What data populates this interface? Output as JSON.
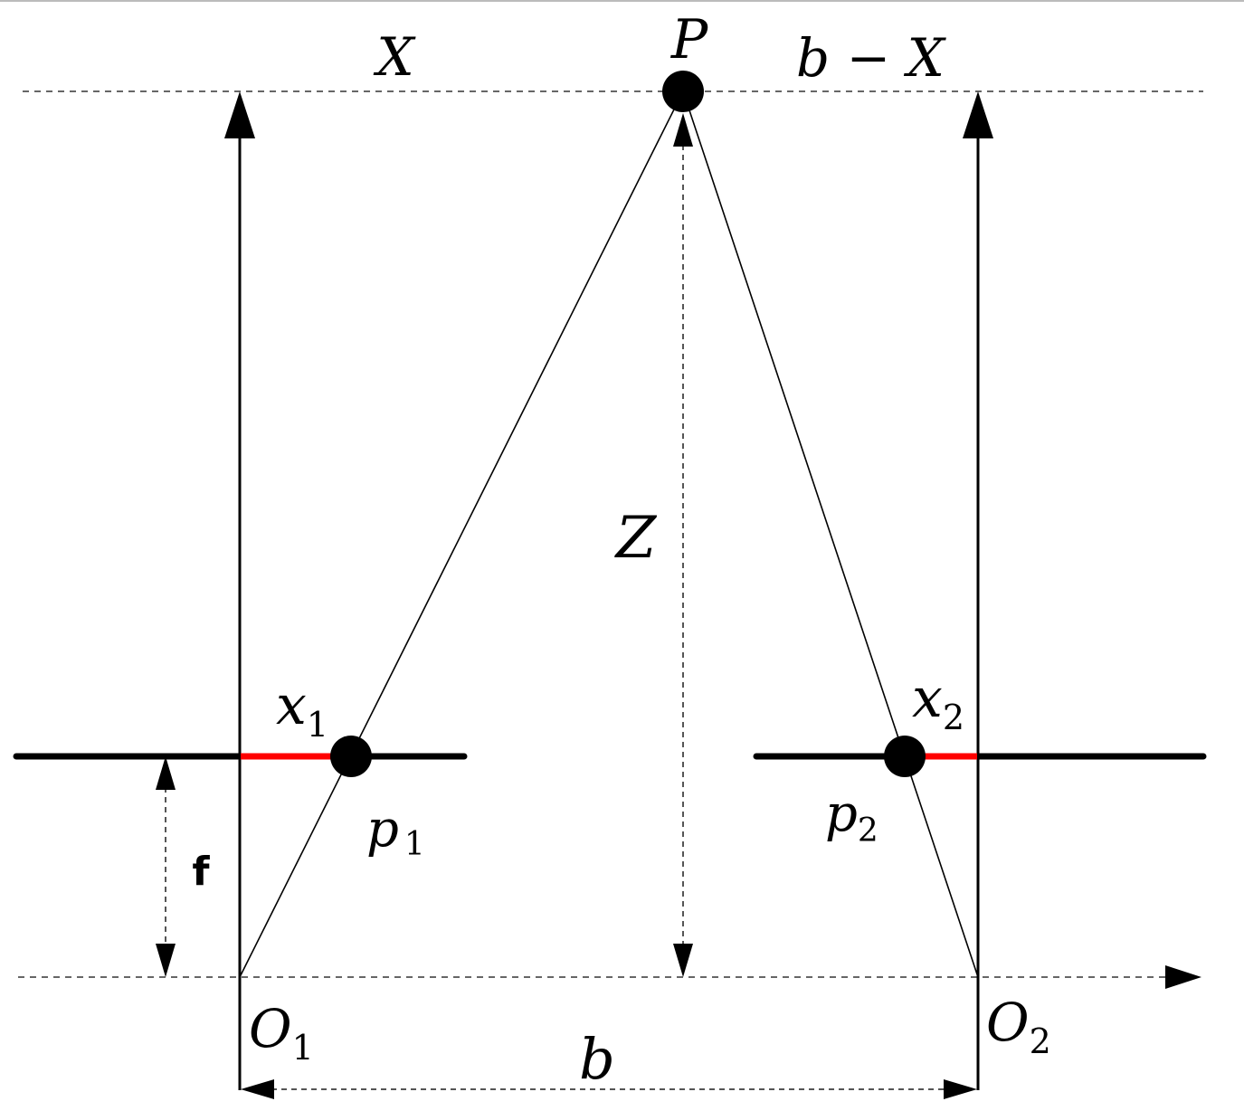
{
  "labels": {
    "point": "P",
    "x_distance": "X",
    "bx_distance": "b − X",
    "depth": "Z",
    "x1_base": "x",
    "x1_sub": "1",
    "x2_base": "x",
    "x2_sub": "2",
    "p1_base": "p",
    "p1_sub": "1",
    "p2_base": "p",
    "p2_sub": "2",
    "focal": "f",
    "o1_base": "O",
    "o1_sub": "1",
    "o2_base": "O",
    "o2_sub": "2",
    "baseline": "b"
  },
  "colors": {
    "ink": "#000000",
    "disparity": "#ff0000",
    "dashed": "#555555"
  }
}
